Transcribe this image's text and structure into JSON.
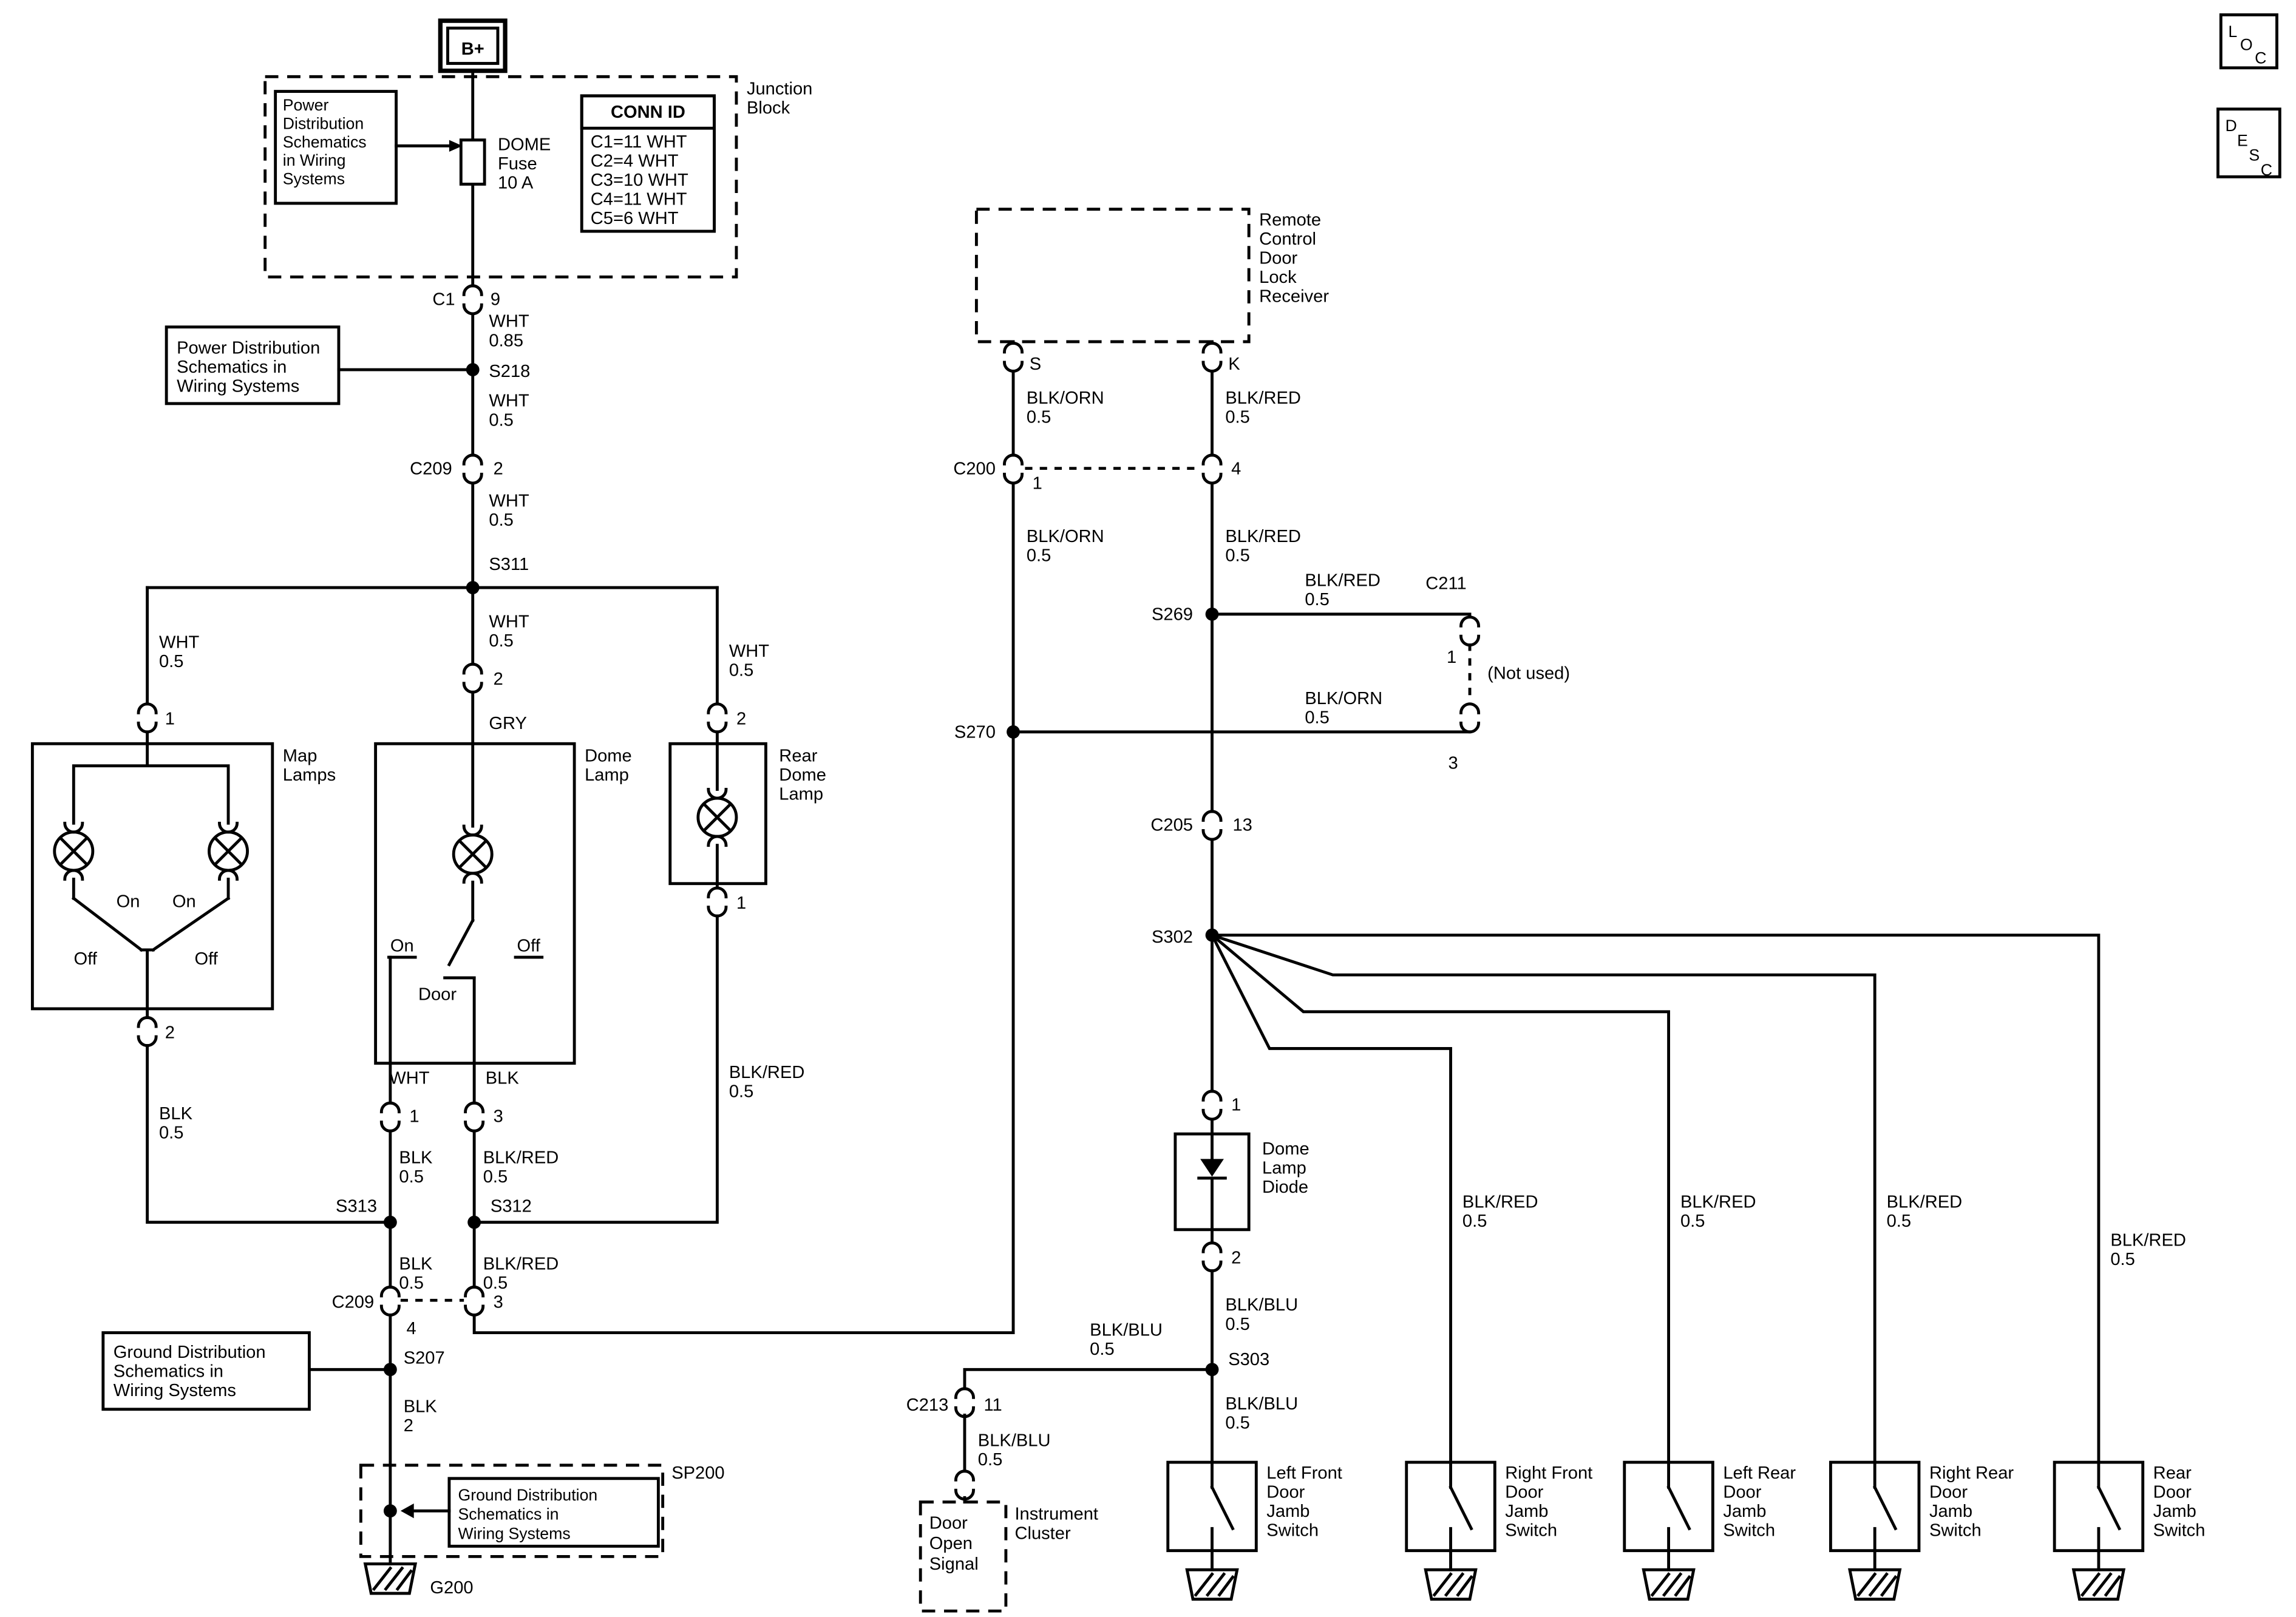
{
  "corner": {
    "loc": [
      "L",
      "O",
      "C"
    ],
    "desc": [
      "D",
      "E",
      "S",
      "C"
    ]
  },
  "power": {
    "bplus": "B+"
  },
  "junction_block": {
    "title": [
      "Junction",
      "Block"
    ],
    "note": [
      "Power",
      "Distribution",
      "Schematics",
      "in Wiring",
      "Systems"
    ],
    "fuse": [
      "DOME",
      "Fuse",
      "10 A"
    ],
    "conn_id_header": "CONN ID",
    "conn_id_rows": [
      "C1=11 WHT",
      "C2=4 WHT",
      "C3=10 WHT",
      "C4=11 WHT",
      "C5=6 WHT"
    ]
  },
  "refs": {
    "power_dist": [
      "Power Distribution",
      "Schematics in",
      "Wiring Systems"
    ],
    "ground_dist": [
      "Ground Distribution",
      "Schematics in",
      "Wiring Systems"
    ],
    "sp200_note": [
      "Ground Distribution",
      "Schematics in",
      "Wiring Systems"
    ]
  },
  "connectors": {
    "c1": "C1",
    "c1_pin": "9",
    "c209_top": "C209",
    "c209_top_pin": "2",
    "c209_bot": "C209",
    "c209_pin4": "4",
    "c209_pin3": "3",
    "c200": "C200",
    "c200_pin1": "1",
    "c200_pin4": "4",
    "c205": "C205",
    "c205_pin": "13",
    "c211": "C211",
    "c211_pin1": "1",
    "c211_pin3": "3",
    "c211_note": "(Not used)",
    "c213": "C213",
    "c213_pin": "11",
    "map_pin_in": "1",
    "map_pin_out": "2",
    "dome_pin_in": "2",
    "dome_pin_wht": "1",
    "dome_pin_blk": "3",
    "rear_pin_in": "2",
    "rear_pin_out": "1",
    "recv_pin_s": "S",
    "recv_pin_k": "K",
    "diode_pin_in": "1",
    "diode_pin_out": "2"
  },
  "splices": {
    "s218": "S218",
    "s311": "S311",
    "s312": "S312",
    "s313": "S313",
    "s207": "S207",
    "s269": "S269",
    "s270": "S270",
    "s302": "S302",
    "s303": "S303",
    "sp200": "SP200",
    "g200": "G200"
  },
  "wires": {
    "wht_085": [
      "WHT",
      "0.85"
    ],
    "wht_05": [
      "WHT",
      "0.5"
    ],
    "gry": "GRY",
    "wht": "WHT",
    "blk": "BLK",
    "blk_05": [
      "BLK",
      "0.5"
    ],
    "blk_2": [
      "BLK",
      "2"
    ],
    "blkred_05": [
      "BLK/RED",
      "0.5"
    ],
    "blkorn_05": [
      "BLK/ORN",
      "0.5"
    ],
    "blkblu_05": [
      "BLK/BLU",
      "0.5"
    ]
  },
  "components": {
    "map_lamps": [
      "Map",
      "Lamps"
    ],
    "dome_lamp": [
      "Dome",
      "Lamp"
    ],
    "rear_dome_lamp": [
      "Rear",
      "Dome",
      "Lamp"
    ],
    "receiver": [
      "Remote",
      "Control",
      "Door",
      "Lock",
      "Receiver"
    ],
    "dome_lamp_diode": [
      "Dome",
      "Lamp",
      "Diode"
    ],
    "door_open_signal": [
      "Door",
      "Open",
      "Signal"
    ],
    "instrument_cluster": [
      "Instrument",
      "Cluster"
    ],
    "switch_lf": [
      "Left Front",
      "Door",
      "Jamb",
      "Switch"
    ],
    "switch_rf": [
      "Right Front",
      "Door",
      "Jamb",
      "Switch"
    ],
    "switch_lr": [
      "Left Rear",
      "Door",
      "Jamb",
      "Switch"
    ],
    "switch_rr": [
      "Right Rear",
      "Door",
      "Jamb",
      "Switch"
    ],
    "switch_rear": [
      "Rear",
      "Door",
      "Jamb",
      "Switch"
    ],
    "on": "On",
    "off": "Off",
    "door": "Door"
  }
}
